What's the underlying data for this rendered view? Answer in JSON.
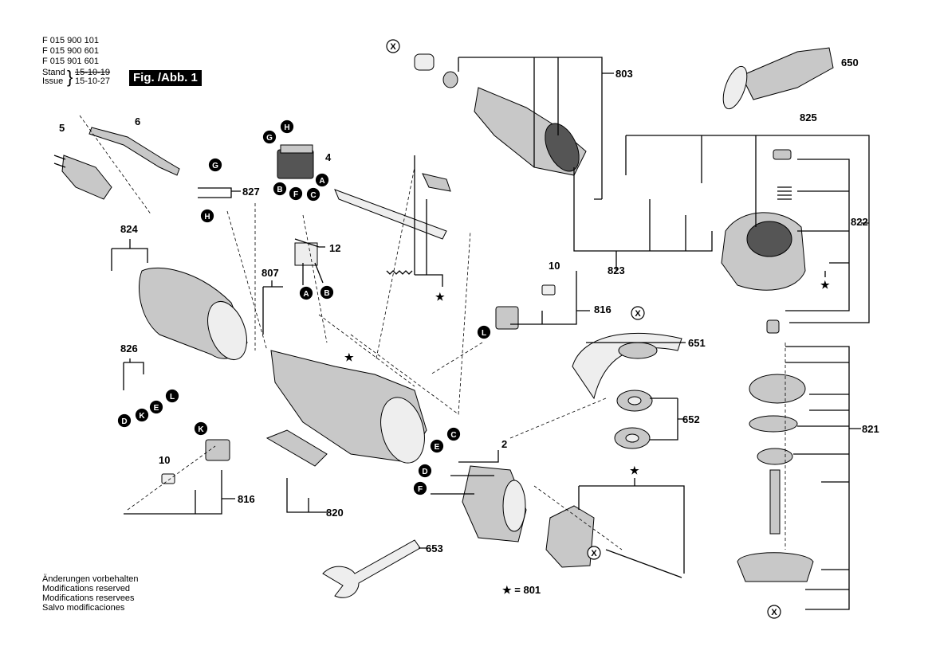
{
  "header": {
    "part_numbers": [
      "F 015 900 101",
      "F 015 900 601",
      "F 015 901 601"
    ],
    "stand_label": "Stand",
    "issue_label": "Issue",
    "stand_date": "15-10-19",
    "issue_date": "15-10-27",
    "figure_label": "Fig. /Abb. 1"
  },
  "notes": [
    "Änderungen vorbehalten",
    "Modifications reserved",
    "Modifications reservees",
    "Salvo modificaciones"
  ],
  "legend": {
    "star_text": "★ = 801"
  },
  "part_labels": [
    "803",
    "650",
    "825",
    "6",
    "5",
    "4",
    "827",
    "822",
    "824",
    "12",
    "823",
    "10",
    "807",
    "816",
    "651",
    "826",
    "652",
    "821",
    "2",
    "10",
    "816",
    "820",
    "653"
  ],
  "letter_markers": [
    "X",
    "H",
    "G",
    "A",
    "B",
    "F",
    "C",
    "G",
    "H",
    "A",
    "B",
    "L",
    "D",
    "K",
    "E",
    "L",
    "K",
    "C",
    "E",
    "D",
    "F",
    "X",
    "X",
    "X"
  ],
  "star_marker": "★"
}
